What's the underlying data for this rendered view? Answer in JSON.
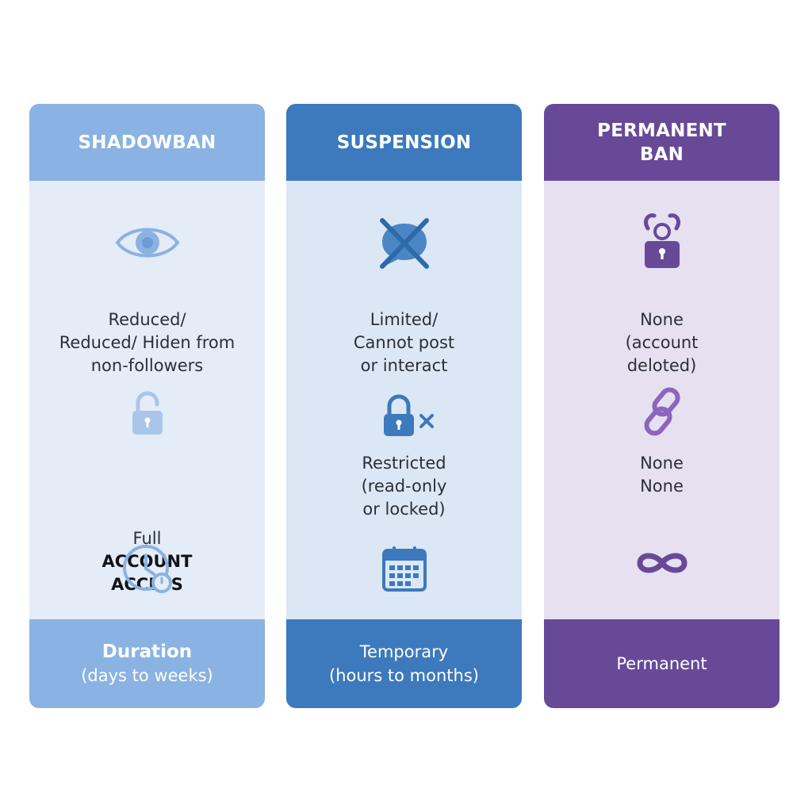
{
  "colors": {
    "shadowban_accent": "#8ab2e2",
    "suspension_accent": "#3c79bd",
    "permanent_ban_accent": "#684998"
  },
  "columns": [
    {
      "title_lines": [
        "SHADOWBAN"
      ],
      "visibility": {
        "icon": "eye-icon",
        "lines": [
          "Reduced/",
          "Reduced/ Hiden from",
          "non-followers"
        ]
      },
      "access": {
        "icon": "unlocked-padlock-icon",
        "lines": [
          "Full"
        ],
        "bold_lines": [
          "ACCOUNT",
          "ACCESS"
        ]
      },
      "duration_icon": "clock-timer-icon",
      "footer": {
        "strong": "Duration",
        "sub": "(days to weeks)"
      }
    },
    {
      "title_lines": [
        "SUSPENSION"
      ],
      "visibility": {
        "icon": "crossed-out-chat-icon",
        "lines": [
          "Limited/",
          "Cannot post",
          "or interact"
        ]
      },
      "access": {
        "icon": "padlock-x-icon",
        "lines": [
          "Restricted",
          "(read-only",
          "or locked)"
        ],
        "bold_lines": []
      },
      "duration_icon": "calendar-icon",
      "footer": {
        "strong": "",
        "lines": [
          "Temporary",
          "(hours to months)"
        ]
      }
    },
    {
      "title_lines": [
        "PERMANENT",
        "BAN"
      ],
      "visibility": {
        "icon": "broken-padlock-icon",
        "lines": [
          "None",
          "(account",
          "deloted)"
        ]
      },
      "access": {
        "icon": "chain-link-icon",
        "lines": [
          "None",
          "None"
        ],
        "bold_lines": []
      },
      "duration_icon": "infinity-icon",
      "footer": {
        "strong": "",
        "lines": [
          "Permanent"
        ]
      }
    }
  ]
}
